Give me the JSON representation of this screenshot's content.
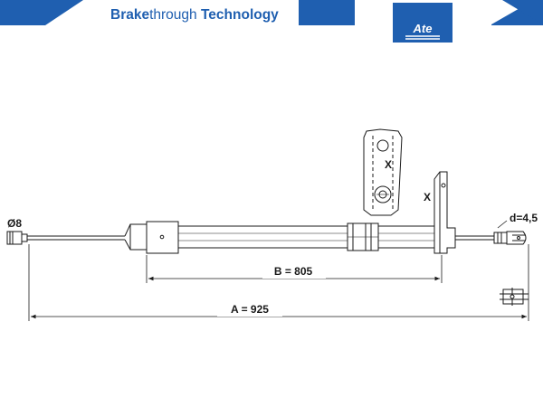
{
  "brand": {
    "tagline_bold": "Brake",
    "tagline_regular": "through",
    "tagline_end": " Technology",
    "logo_text": "Ate",
    "accent_color": "#1f5fb0"
  },
  "drawing": {
    "dimension_a": "A = 925",
    "dimension_b": "B = 805",
    "diameter_label": "Ø8",
    "end_diameter_label": "d=4,5",
    "detail_marker_bracket": "X",
    "detail_marker_plate": "X"
  }
}
